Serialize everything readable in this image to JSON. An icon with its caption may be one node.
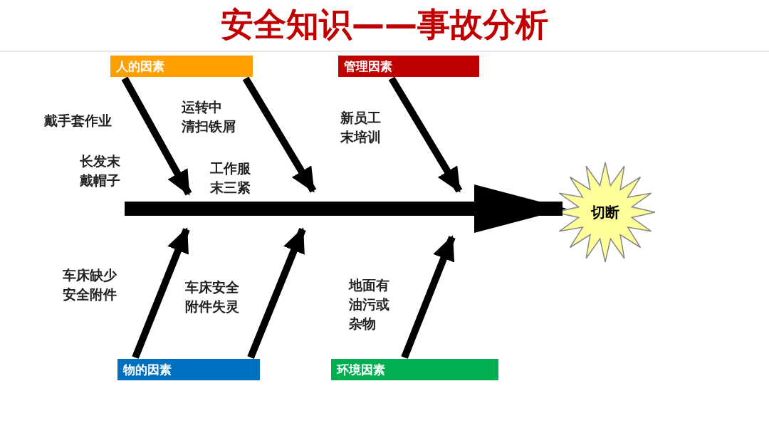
{
  "diagram": {
    "title": "安全知识——事故分析",
    "nodes": [
      {
        "text": [
          "人的因素"
        ]
      },
      {
        "text": [
          "管理因素"
        ]
      },
      {
        "text": [
          "物的因素"
        ]
      },
      {
        "text": [
          "环境因素"
        ]
      },
      {
        "text": [
          "切断"
        ]
      }
    ],
    "edges": [
      {
        "from": 0,
        "to": null,
        "arrow": "to"
      },
      {
        "from": 0,
        "to": null,
        "arrow": "to"
      },
      {
        "from": 1,
        "to": null,
        "arrow": "to"
      },
      {
        "from": null,
        "to": 4,
        "arrow": "to",
        "style": "thick"
      },
      {
        "from": 2,
        "to": null,
        "arrow": "to"
      },
      {
        "from": 2,
        "to": null,
        "arrow": "to"
      },
      {
        "from": 3,
        "to": null,
        "arrow": "to"
      }
    ],
    "labels": [
      "戴手套作业",
      "运转中清扫铁屑",
      "新员工末培训",
      "长发末戴帽子",
      "工作服末三紧",
      "车床缺少安全附件",
      "车床安全附件失灵",
      "地面有油污或杂物"
    ]
  }
}
